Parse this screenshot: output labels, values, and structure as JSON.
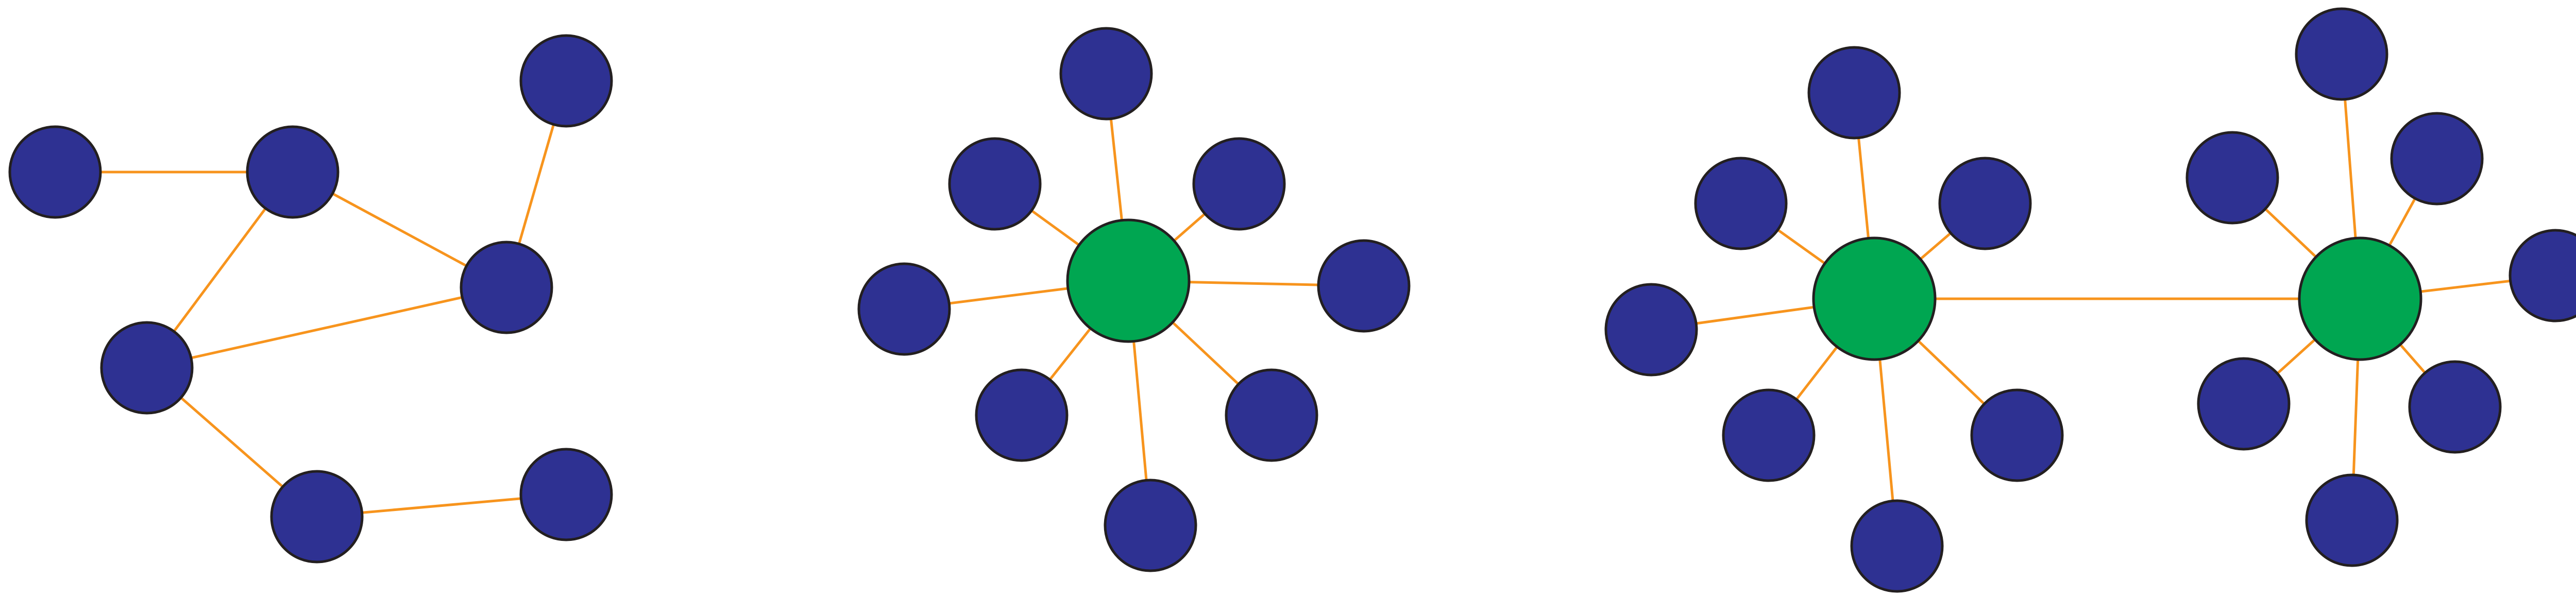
{
  "colors": {
    "background": "#ffffff",
    "node_fill": "#2e3192",
    "hub_fill": "#00a651",
    "node_stroke": "#231f20",
    "edge": "#f7941d"
  },
  "graphs": [
    {
      "name": "network-graph",
      "nodes": [
        {
          "id": "a",
          "kind": "node"
        },
        {
          "id": "b",
          "kind": "node"
        },
        {
          "id": "c",
          "kind": "node"
        },
        {
          "id": "d",
          "kind": "node"
        },
        {
          "id": "e",
          "kind": "node"
        },
        {
          "id": "f",
          "kind": "node"
        },
        {
          "id": "g",
          "kind": "node"
        }
      ],
      "edges": [
        [
          "a",
          "b"
        ],
        [
          "b",
          "d"
        ],
        [
          "b",
          "e"
        ],
        [
          "d",
          "c"
        ],
        [
          "e",
          "d"
        ],
        [
          "e",
          "f"
        ],
        [
          "f",
          "g"
        ]
      ]
    },
    {
      "name": "star-graph",
      "nodes": [
        {
          "id": "h",
          "kind": "hub"
        },
        {
          "id": "s1",
          "kind": "node"
        },
        {
          "id": "s2",
          "kind": "node"
        },
        {
          "id": "s3",
          "kind": "node"
        },
        {
          "id": "s4",
          "kind": "node"
        },
        {
          "id": "s5",
          "kind": "node"
        },
        {
          "id": "s6",
          "kind": "node"
        },
        {
          "id": "s7",
          "kind": "node"
        },
        {
          "id": "s8",
          "kind": "node"
        }
      ],
      "edges": [
        [
          "h",
          "s1"
        ],
        [
          "h",
          "s2"
        ],
        [
          "h",
          "s3"
        ],
        [
          "h",
          "s4"
        ],
        [
          "h",
          "s5"
        ],
        [
          "h",
          "s6"
        ],
        [
          "h",
          "s7"
        ],
        [
          "h",
          "s8"
        ]
      ]
    },
    {
      "name": "double-star-graph",
      "nodes": [
        {
          "id": "h1",
          "kind": "hub"
        },
        {
          "id": "p1",
          "kind": "node"
        },
        {
          "id": "p2",
          "kind": "node"
        },
        {
          "id": "p3",
          "kind": "node"
        },
        {
          "id": "p4",
          "kind": "node"
        },
        {
          "id": "p5",
          "kind": "node"
        },
        {
          "id": "p6",
          "kind": "node"
        },
        {
          "id": "p7",
          "kind": "node"
        },
        {
          "id": "h2",
          "kind": "hub"
        },
        {
          "id": "q1",
          "kind": "node"
        },
        {
          "id": "q2",
          "kind": "node"
        },
        {
          "id": "q3",
          "kind": "node"
        },
        {
          "id": "q4",
          "kind": "node"
        },
        {
          "id": "q5",
          "kind": "node"
        },
        {
          "id": "q6",
          "kind": "node"
        },
        {
          "id": "q7",
          "kind": "node"
        }
      ],
      "edges": [
        [
          "h1",
          "h2"
        ],
        [
          "h1",
          "p1"
        ],
        [
          "h1",
          "p2"
        ],
        [
          "h1",
          "p3"
        ],
        [
          "h1",
          "p4"
        ],
        [
          "h1",
          "p5"
        ],
        [
          "h1",
          "p6"
        ],
        [
          "h1",
          "p7"
        ],
        [
          "h2",
          "q1"
        ],
        [
          "h2",
          "q2"
        ],
        [
          "h2",
          "q3"
        ],
        [
          "h2",
          "q4"
        ],
        [
          "h2",
          "q5"
        ],
        [
          "h2",
          "q6"
        ],
        [
          "h2",
          "q7"
        ]
      ]
    }
  ]
}
